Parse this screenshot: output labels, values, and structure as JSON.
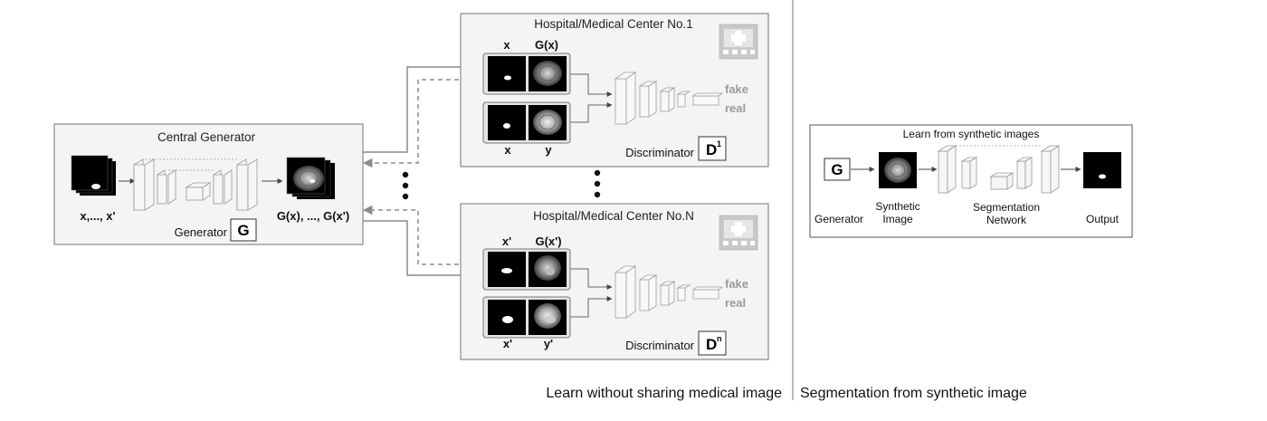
{
  "central_generator": {
    "title": "Central Generator",
    "input_label": "x,..., x'",
    "output_label": "G(x), ..., G(x')",
    "generator_label": "Generator",
    "generator_badge": "G"
  },
  "hospitals": [
    {
      "title": "Hospital/Medical Center No.1",
      "top_left_label": "x",
      "top_right_label": "G(x)",
      "bottom_left_label": "x",
      "bottom_right_label": "y",
      "fake_label": "fake",
      "real_label": "real",
      "discriminator_label": "Discriminator",
      "badge_letter": "D",
      "badge_sup": "1"
    },
    {
      "title": "Hospital/Medical Center No.N",
      "top_left_label": "x'",
      "top_right_label": "G(x')",
      "bottom_left_label": "x'",
      "bottom_right_label": "y'",
      "fake_label": "fake",
      "real_label": "real",
      "discriminator_label": "Discriminator",
      "badge_letter": "D",
      "badge_sup": "n"
    }
  ],
  "segmentation_panel": {
    "title": "Learn from synthetic images",
    "generator_badge": "G",
    "generator_label": "Generator",
    "synthetic_label_line1": "Synthetic",
    "synthetic_label_line2": "Image",
    "network_label_line1": "Segmentation",
    "network_label_line2": "Network",
    "output_label": "Output"
  },
  "captions": {
    "left": "Learn without sharing medical image",
    "right": "Segmentation from synthetic image"
  },
  "colors": {
    "panel_fill": "#f4f4f4",
    "panel_border": "#8a8a8a",
    "connector": "#8c8c8c",
    "fake_real_text": "#9a9a9a",
    "hospital_icon": "#c9c9c9"
  }
}
